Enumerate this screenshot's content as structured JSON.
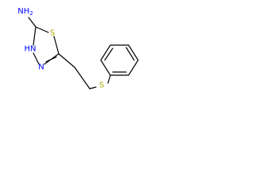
{
  "molecule": {
    "labels": {
      "amine": "NH",
      "amine_subscript": "2",
      "ring_sulfur": "S",
      "ring_nh": "HN",
      "ring_n": "N",
      "thioether_sulfur": "S"
    },
    "colors": {
      "bond": "#000000",
      "nitrogen": "#0000ff",
      "sulfur": "#aaaa00"
    }
  }
}
